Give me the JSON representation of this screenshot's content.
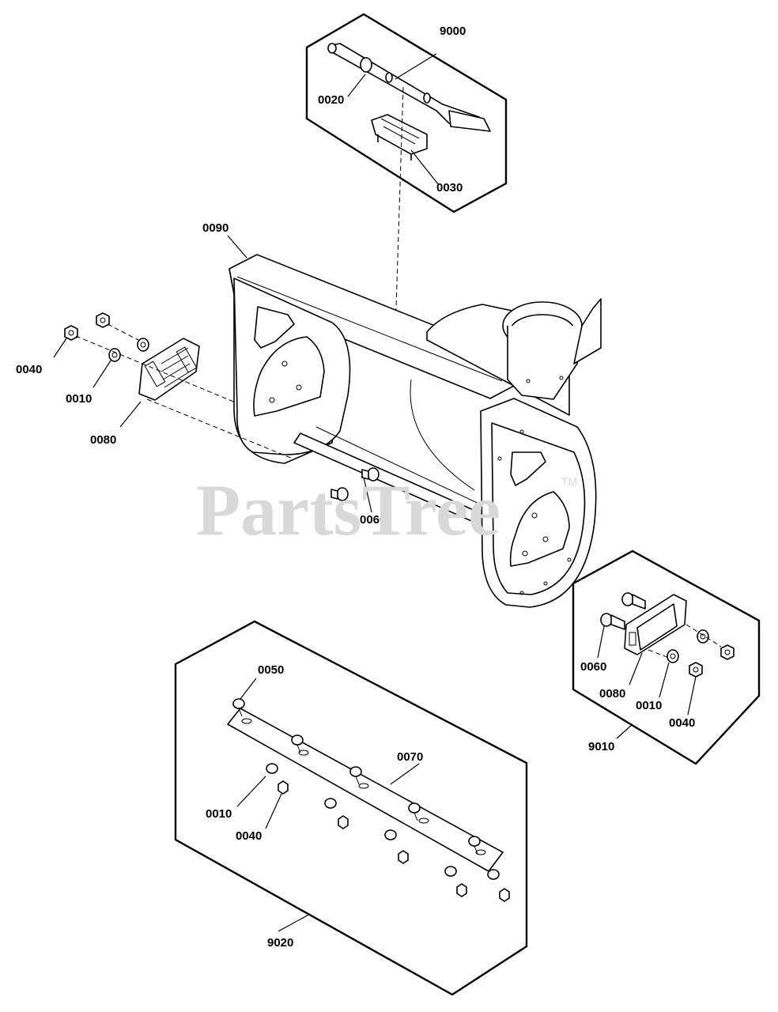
{
  "watermark": {
    "text": "PartsTree",
    "tm": "TM"
  },
  "callouts": {
    "c9000": "9000",
    "c0020": "0020",
    "c0030": "0030",
    "c0090": "0090",
    "c0040_left": "0040",
    "c0010_left": "0010",
    "c0080_left": "0080",
    "c0060_center": "0060",
    "c0050": "0050",
    "c0070": "0070",
    "c0010_bottom": "0010",
    "c0040_bottom": "0040",
    "c9020": "9020",
    "c0060_right": "0060",
    "c0080_right": "0080",
    "c0010_right": "0010",
    "c0040_right": "0040",
    "c9010": "9010"
  },
  "colors": {
    "line": "#000000",
    "watermark": "#d9d9d9",
    "background": "#ffffff"
  }
}
